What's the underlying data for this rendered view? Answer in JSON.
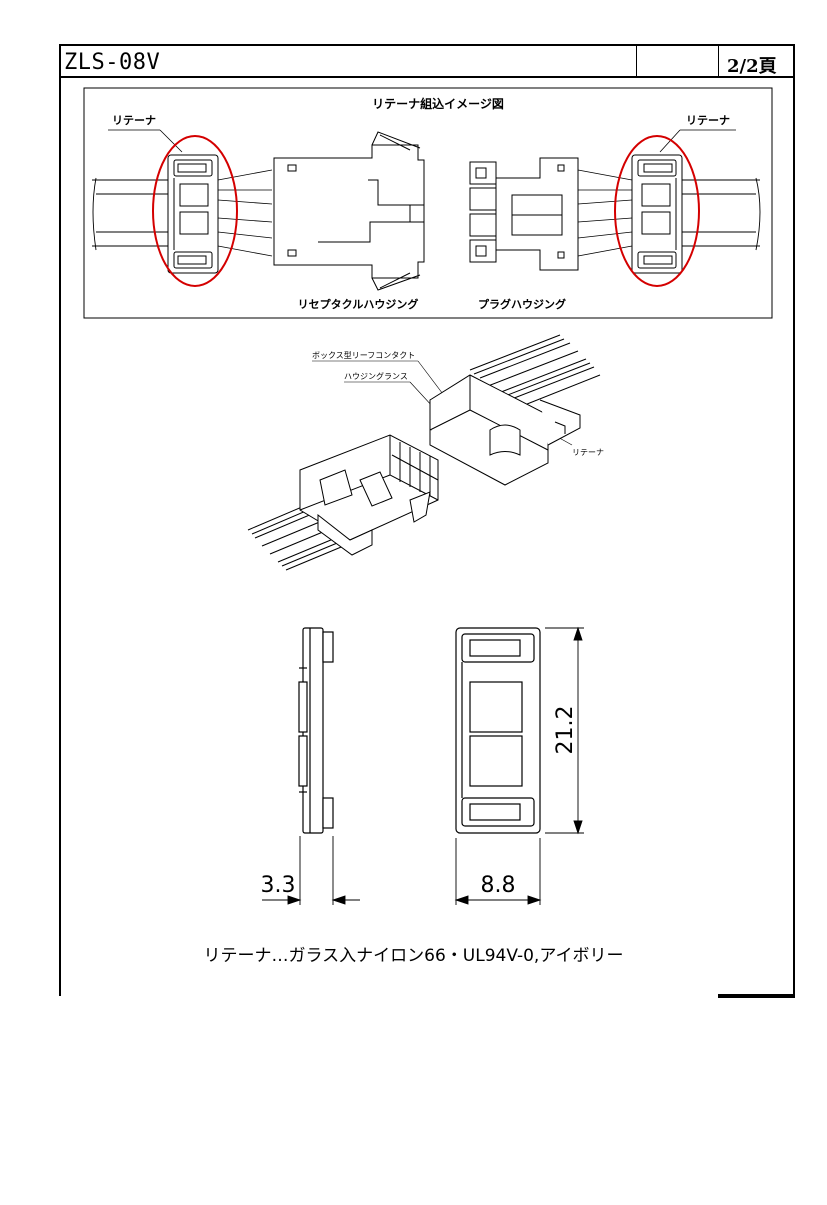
{
  "header": {
    "doc_code": "ZLS-08V",
    "middle_cell": "",
    "page": "2/2頁"
  },
  "top_diagram": {
    "title": "リテーナ組込イメージ図",
    "left_callout": "リテーナ",
    "right_callout": "リテーナ",
    "receptacle_label": "リセプタクルハウジング",
    "plug_label": "プラグハウジング",
    "highlight_color": "#d40000"
  },
  "iso_diagram": {
    "contact_label": "ボックス型リーフコンタクト",
    "lance_label": "ハウジングランス",
    "retainer_label": "リテーナ"
  },
  "dimension_diagram": {
    "height_dim": "21.2",
    "thickness_dim": "3.3",
    "width_dim": "8.8"
  },
  "material_note": "リテーナ…ガラス入ナイロン66・UL94V-0,アイボリー"
}
